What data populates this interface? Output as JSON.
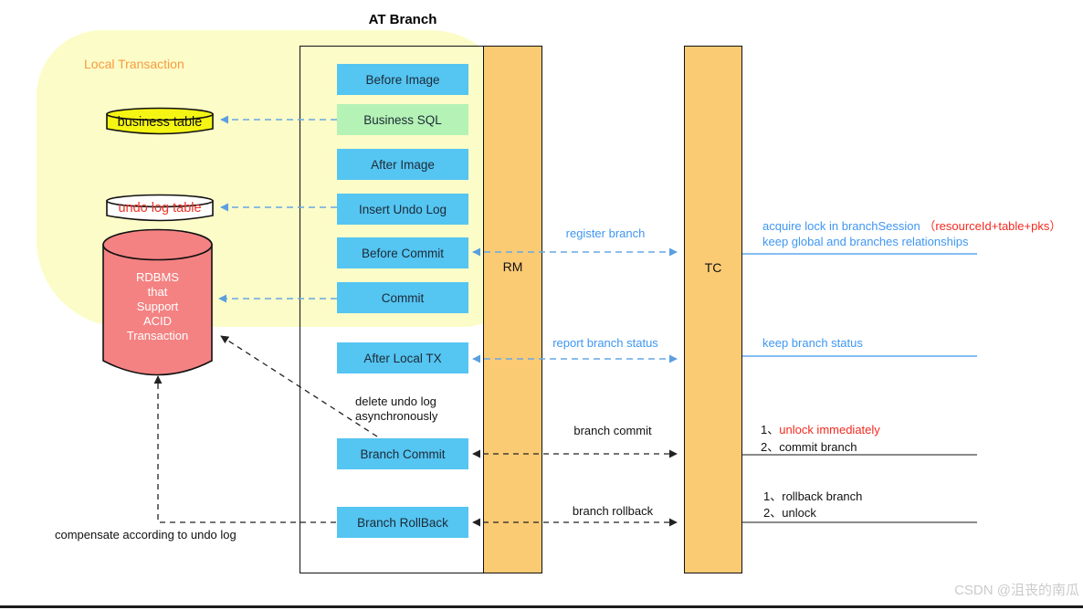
{
  "title": "AT Branch",
  "watermark": "CSDN @沮丧的南瓜",
  "region_label": "Local Transaction",
  "participants": {
    "rm": "RM",
    "tc": "TC"
  },
  "stores": {
    "business_table": "business table",
    "undo_log_table": "undo log table",
    "rdbms_lines": [
      "RDBMS",
      "that",
      "Support",
      "ACID",
      "Transaction"
    ]
  },
  "steps": [
    {
      "label": "Before Image"
    },
    {
      "label": "Business SQL"
    },
    {
      "label": "After Image"
    },
    {
      "label": "Insert Undo Log"
    },
    {
      "label": "Before Commit"
    },
    {
      "label": "Commit"
    },
    {
      "label": "After Local TX"
    },
    {
      "label": "Branch Commit"
    },
    {
      "label": "Branch RollBack"
    }
  ],
  "messages": {
    "register_branch": "register branch",
    "report_branch_status": "report branch status",
    "branch_commit": "branch commit",
    "branch_rollback": "branch rollback"
  },
  "annotations": {
    "acquire_lock": "acquire lock in branchSession ",
    "acquire_lock_detail": "（resourceId+table+pks）",
    "keep_global": "keep global and branches relationships",
    "keep_branch_status": "keep branch status",
    "commit_step1_num": "1、",
    "commit_step1": "unlock immediately",
    "commit_step2_num": "2、",
    "commit_step2": "commit branch",
    "rollback_step1_num": "1、",
    "rollback_step1": "rollback branch",
    "rollback_step2_num": "2、",
    "rollback_step2": "unlock",
    "delete_undo_log": "delete undo log asynchronously",
    "compensate": "compensate according to undo log"
  },
  "colors": {
    "step_blue": "#55C5F2",
    "step_green": "#B5F2B5",
    "column_orange": "#FBCB74",
    "region_yellow": "#FCFCC8",
    "business_table_yellow": "#F5F514",
    "rdbms_red": "#F48282",
    "text_blue": "#3F97F2",
    "arrow_blue": "#66A7E3",
    "text_red": "#F42A20",
    "text_orange": "#F79B41"
  }
}
